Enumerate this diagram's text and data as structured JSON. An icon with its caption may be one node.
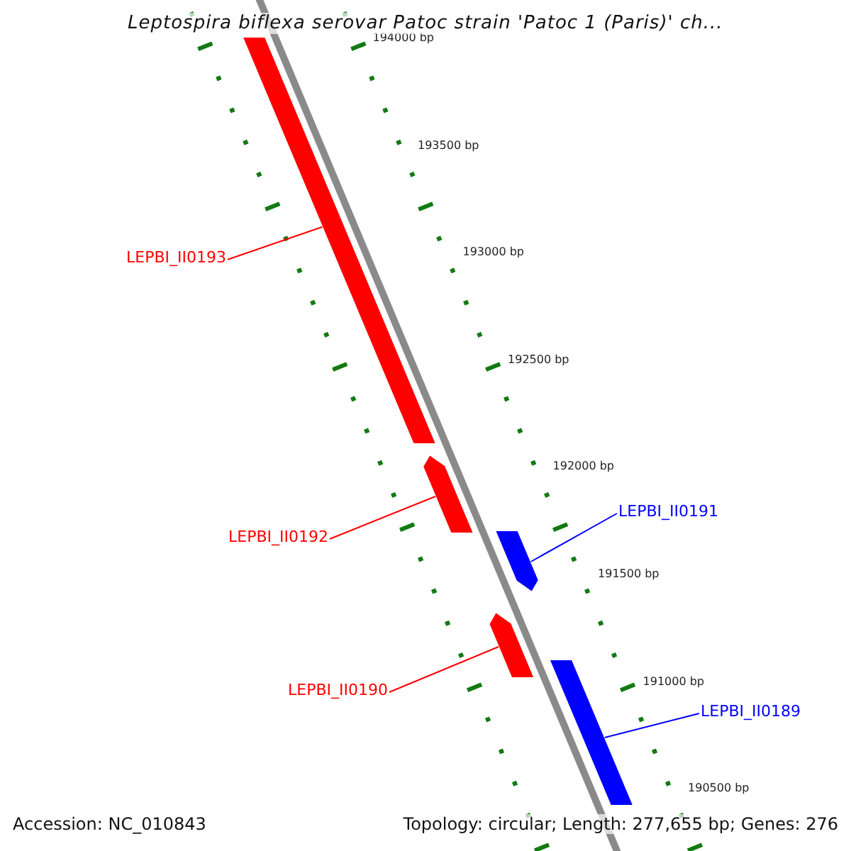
{
  "diagram": {
    "title": "Leptospira biflexa serovar Patoc strain 'Patoc 1 (Paris)' ch...",
    "nodes": [
      {
        "text": [
          "LEPBI_II0193"
        ]
      },
      {
        "text": [
          "LEPBI_II0192"
        ]
      },
      {
        "text": [
          "LEPBI_II0191"
        ]
      },
      {
        "text": [
          "LEPBI_II0190"
        ]
      },
      {
        "text": [
          "LEPBI_II0189"
        ]
      },
      {
        "text": [],
        "shape": "bar"
      },
      {
        "text": [],
        "shape": "bar"
      },
      {
        "text": [],
        "shape": "bar"
      },
      {
        "text": [],
        "shape": "bar"
      },
      {
        "text": [],
        "shape": "bar"
      }
    ],
    "edges": [
      {
        "from": 0,
        "to": 5,
        "arrow": "none"
      },
      {
        "from": 1,
        "to": 6,
        "arrow": "none"
      },
      {
        "from": 2,
        "to": 7,
        "arrow": "none",
        "color": "#0000ff"
      },
      {
        "from": 3,
        "to": 8,
        "arrow": "none"
      },
      {
        "from": 4,
        "to": 9,
        "arrow": "none",
        "color": "#0000ff"
      }
    ],
    "labels": [
      "194000 bp",
      "193500 bp",
      "193000 bp",
      "192500 bp",
      "192000 bp",
      "191500 bp",
      "191000 bp",
      "190500 bp",
      "Accession: NC_010843",
      "Topology: circular; Length: 277,655 bp; Genes: 276"
    ]
  }
}
